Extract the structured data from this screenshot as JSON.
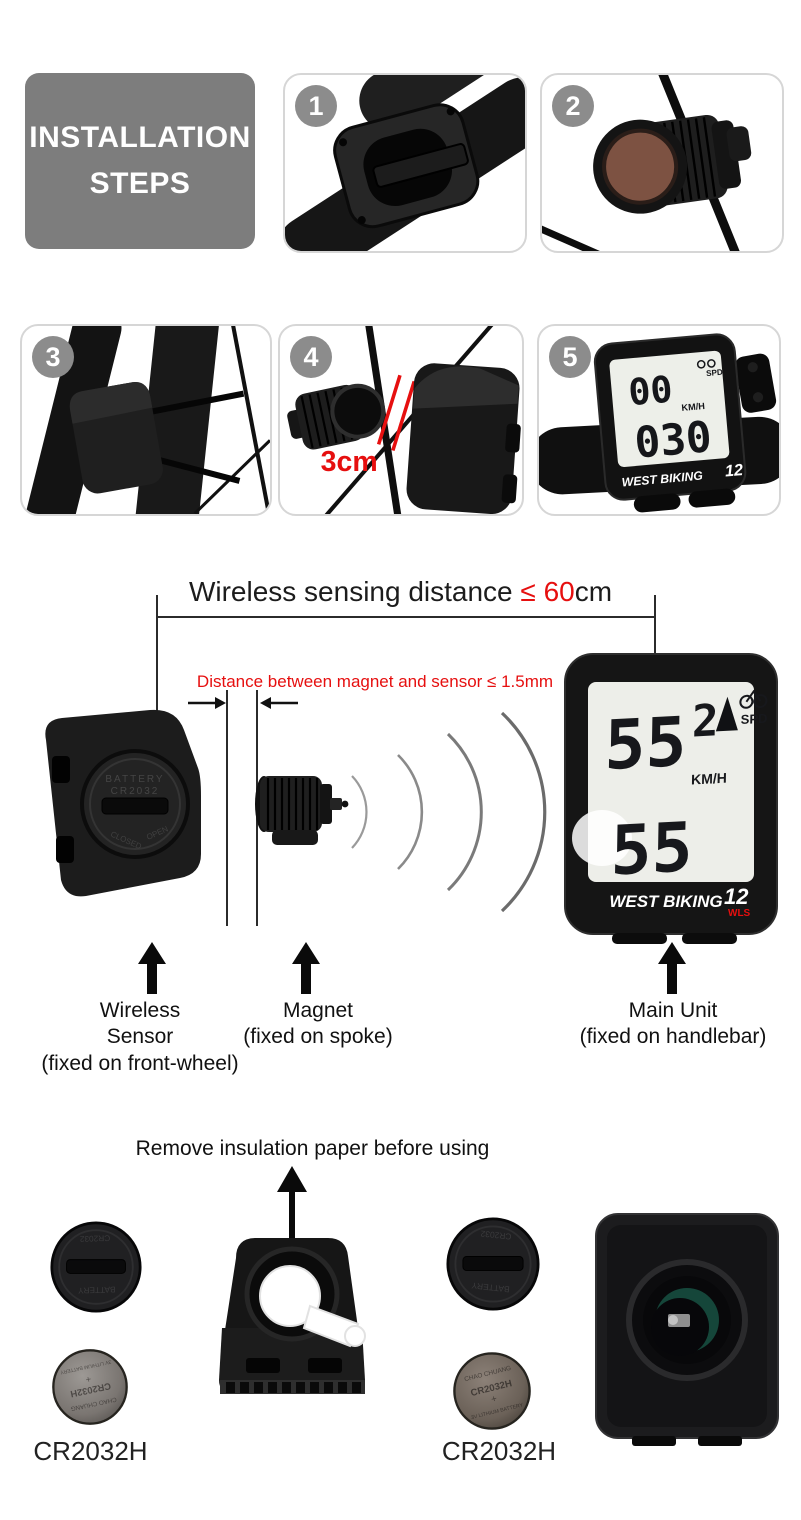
{
  "page": {
    "background": "#ffffff"
  },
  "colors": {
    "red": "#e60f0f",
    "panel_gray": "#7d7d7d",
    "badge_gray": "#8c8c8c"
  },
  "header": {
    "line1": "INSTALLATION",
    "line2": "STEPS"
  },
  "steps": [
    {
      "number": "1"
    },
    {
      "number": "2"
    },
    {
      "number": "3"
    },
    {
      "number": "4",
      "distance_label": "3cm"
    },
    {
      "number": "5",
      "display": {
        "speed": "00",
        "unit": "KM/H",
        "spd": "SPD",
        "odometer": "030",
        "brand": "WEST BIKING",
        "brand_num": "12"
      }
    }
  ],
  "sensing_diagram": {
    "title_prefix": "Wireless sensing distance ",
    "title_value": "≤ 60",
    "title_unit": "cm",
    "gap_note": "Distance between magnet and sensor ≤ 1.5mm",
    "sensor_cover": {
      "line1": "BATTERY",
      "line2": "CR2032",
      "closed": "CLOSED",
      "open": "OPEN"
    },
    "main_unit_display": {
      "speed": "55",
      "speed_digit": "2",
      "unit": "KM/H",
      "spd": "SPD",
      "odometer": "55",
      "brand": "WEST BIKING",
      "brand_num": "12",
      "brand_sub": "WLS"
    },
    "labels": {
      "sensor": {
        "line1": "Wireless",
        "line2": "Sensor",
        "line3": "(fixed on front-wheel)"
      },
      "magnet": {
        "line1": "Magnet",
        "line2": "(fixed on spoke)"
      },
      "main_unit": {
        "line1": "Main Unit",
        "line2": "(fixed on handlebar)"
      }
    }
  },
  "battery_section": {
    "caption": "Remove insulation paper before using",
    "left_label": "CR2032H",
    "right_label": "CR2032H",
    "coin": {
      "brand": "CHAO CHUANG",
      "model": "CR2032H",
      "plus": "+",
      "spec": "3V LITHIUM BATTERY"
    }
  }
}
